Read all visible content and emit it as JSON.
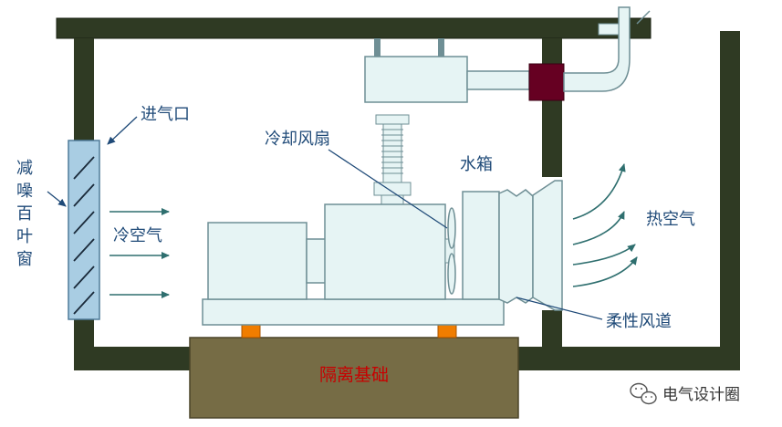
{
  "labels": {
    "air_inlet": "进气口",
    "louver": [
      "减",
      "噪",
      "百",
      "叶",
      "窗"
    ],
    "cold_air": "冷空气",
    "cooling_fan": "冷却风扇",
    "water_tank": "水箱",
    "hot_air": "热空气",
    "flexible_duct": "柔性风道",
    "foundation": "隔离基础"
  },
  "watermark": {
    "icon": "wechat-icon",
    "text": "电气设计圈"
  },
  "colors": {
    "wall": "#2f3a23",
    "equipment_fill": "#e6f4f4",
    "equipment_stroke": "#6f8f95",
    "foundation_fill": "#766c45",
    "foundation_text": "#c80000",
    "label_text": "#1f4a78",
    "arrow": "#2f6f6f",
    "damper": "#660022",
    "isolator": "#f07d00",
    "louver_fill": "#a9cde3"
  }
}
